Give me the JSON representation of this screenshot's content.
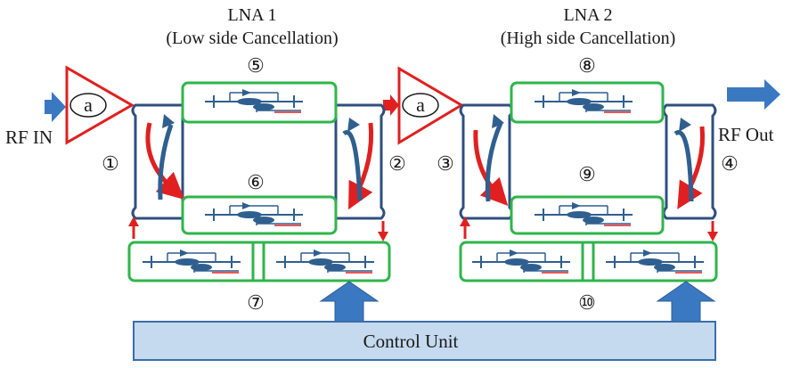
{
  "lna1": {
    "title": "LNA 1",
    "subtitle": "(Low side Cancellation)"
  },
  "lna2": {
    "title": "LNA 2",
    "subtitle": "(High side Cancellation)"
  },
  "input_label": "RF IN",
  "output_label": "RF Out",
  "amplifier_label": "a",
  "control_unit_label": "Control Unit",
  "markers": [
    "①",
    "②",
    "③",
    "④",
    "⑤",
    "⑥",
    "⑦",
    "⑧",
    "⑨",
    "⑩"
  ],
  "colors": {
    "hybrid_outline": "#2f4f7f",
    "filter_box": "#2fb54b",
    "amplifier": "#e02020",
    "signal_arrow": "#3a78c2",
    "control_fill": "#c5daef",
    "control_border": "#3a6ea8",
    "red_arrow": "#e02020",
    "curve_blue": "#2f5f8f"
  }
}
